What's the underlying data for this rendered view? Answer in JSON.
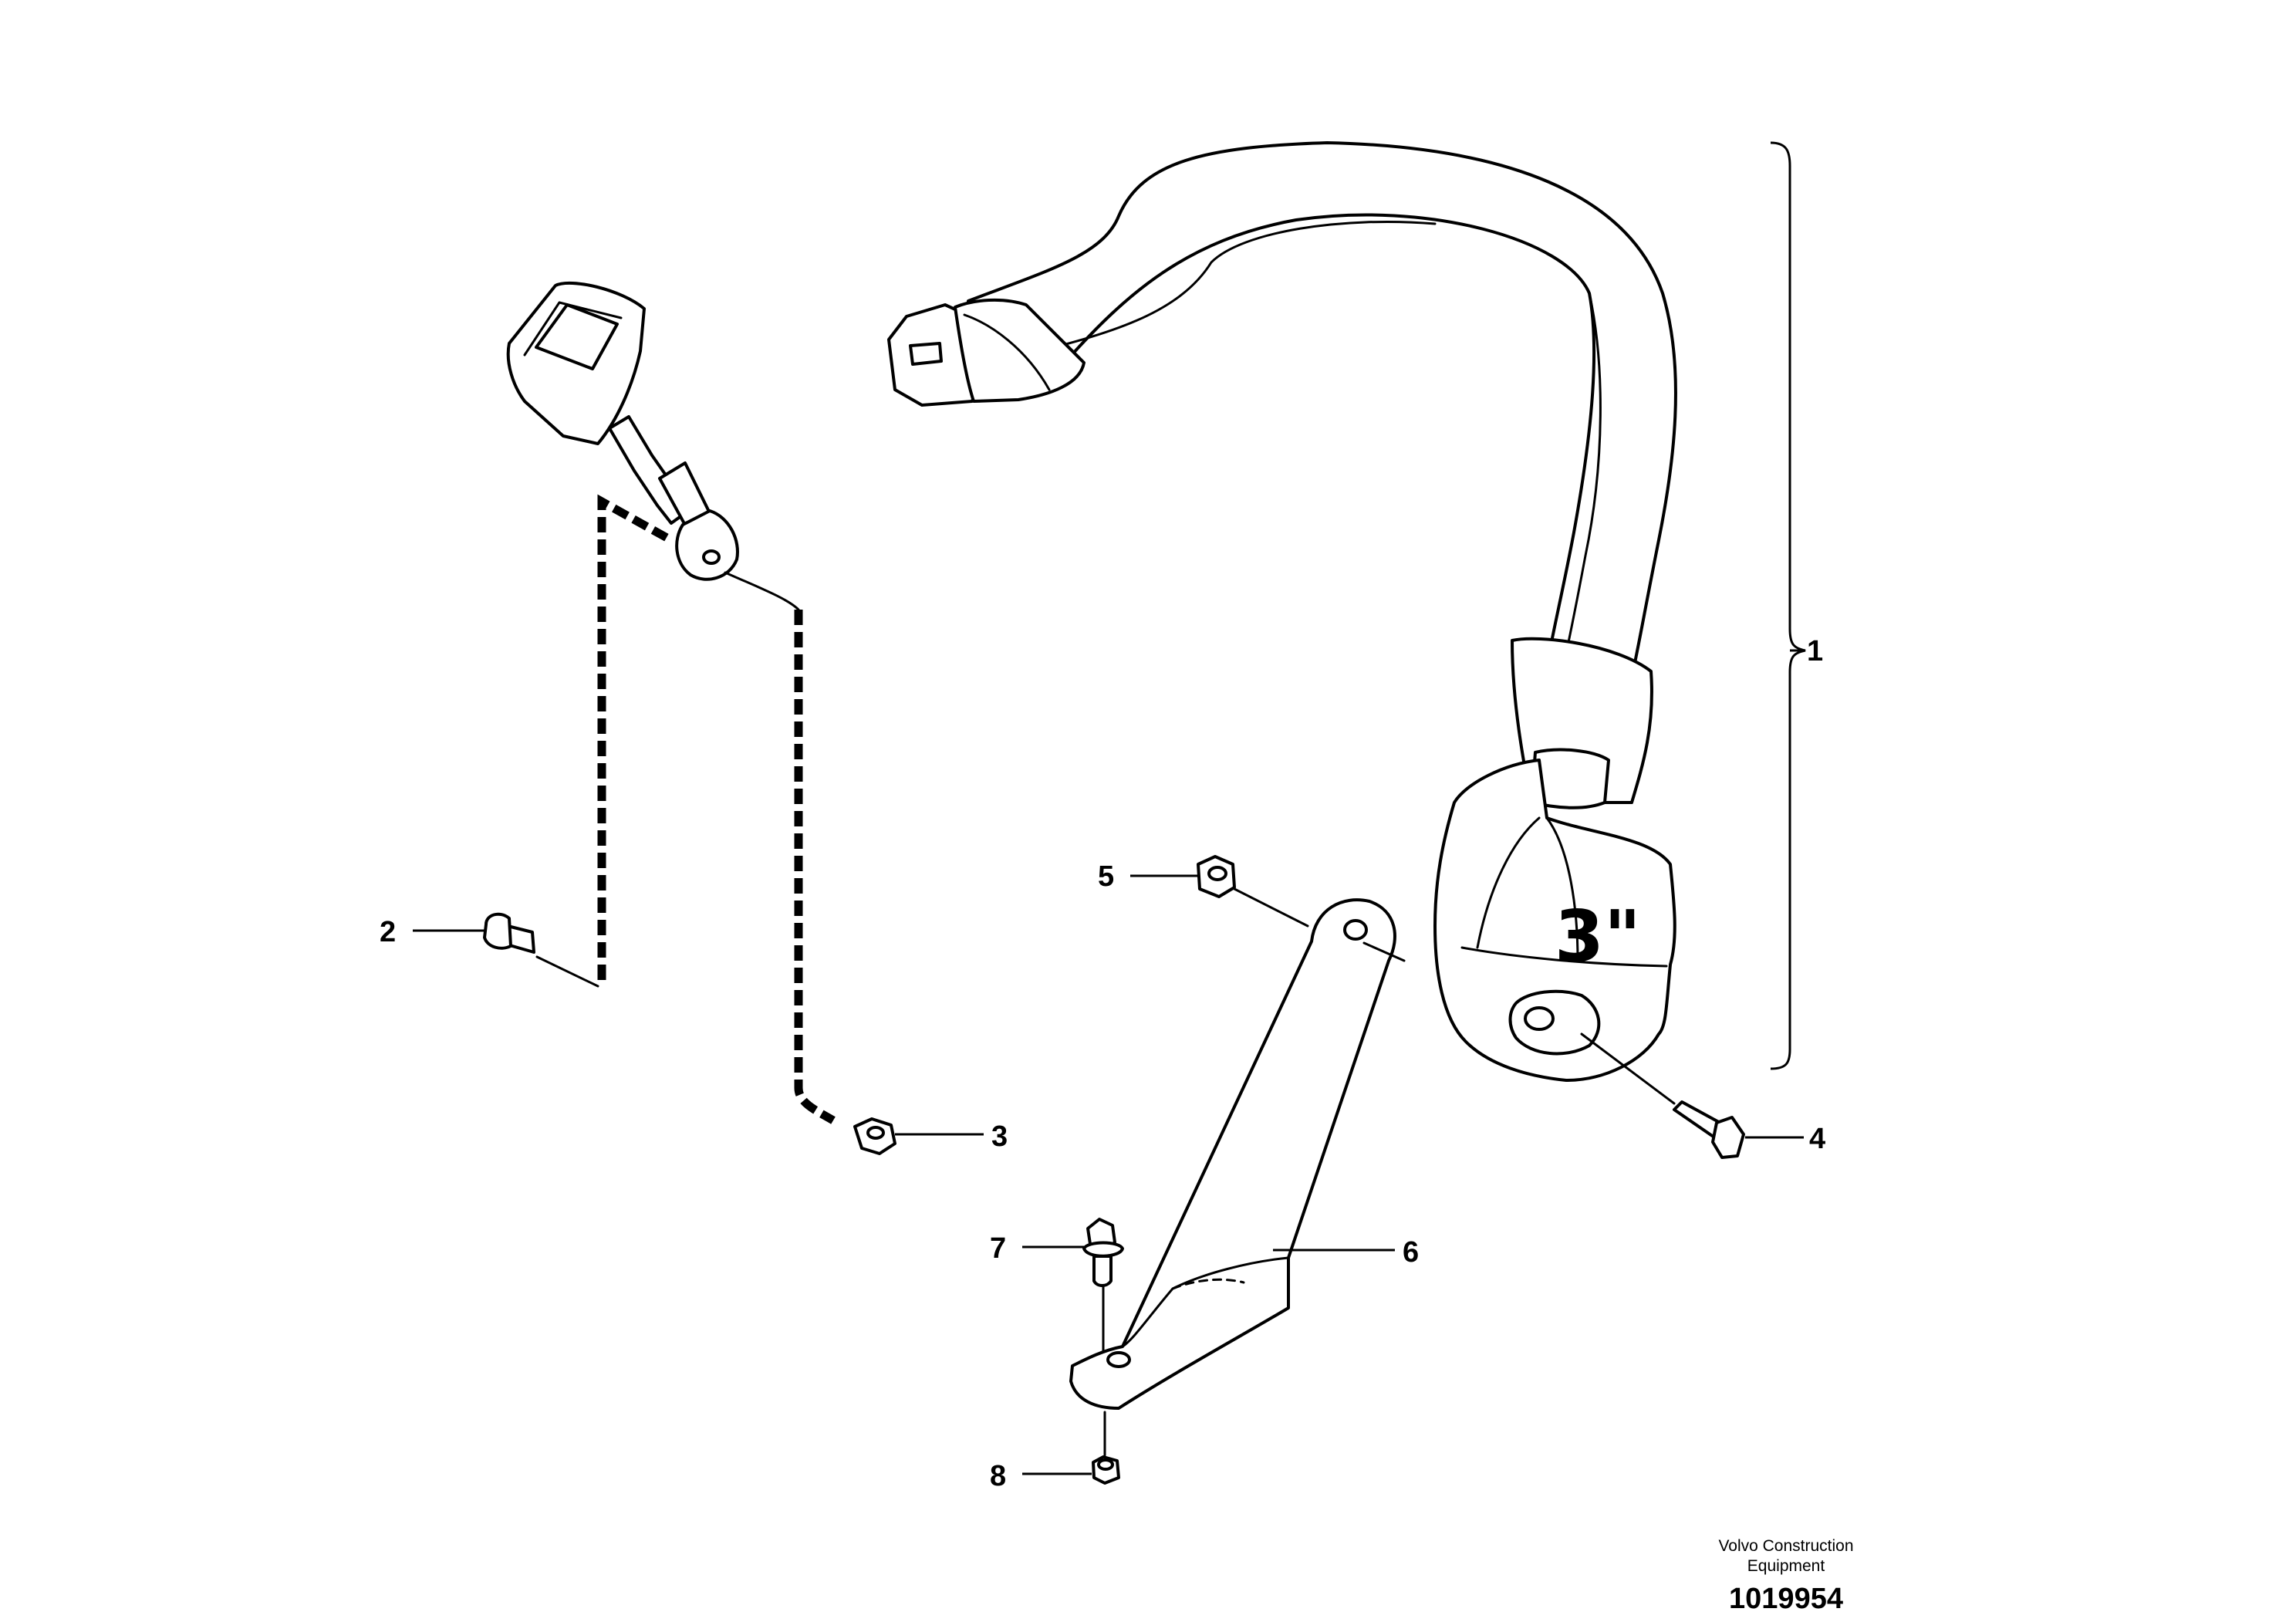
{
  "diagram": {
    "callouts": [
      {
        "id": "1",
        "label": "1"
      },
      {
        "id": "2",
        "label": "2"
      },
      {
        "id": "3",
        "label": "3"
      },
      {
        "id": "4",
        "label": "4"
      },
      {
        "id": "5",
        "label": "5"
      },
      {
        "id": "6",
        "label": "6"
      },
      {
        "id": "7",
        "label": "7"
      },
      {
        "id": "8",
        "label": "8"
      }
    ],
    "retractor_label": "3\"",
    "footer": {
      "company_line1": "Volvo Construction",
      "company_line2": "Equipment",
      "drawing_number": "1019954"
    }
  }
}
